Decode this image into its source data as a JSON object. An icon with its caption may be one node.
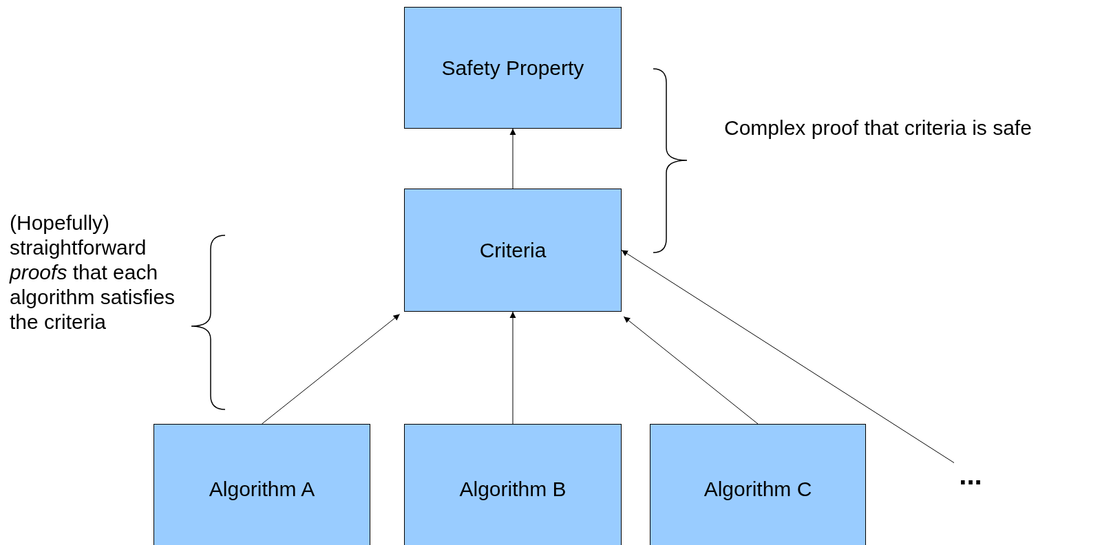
{
  "diagram": {
    "nodes": [
      {
        "text": [
          "Safety Property"
        ]
      },
      {
        "text": [
          "Criteria"
        ]
      },
      {
        "text": [
          "Algorithm A"
        ]
      },
      {
        "text": [
          "Algorithm B"
        ]
      },
      {
        "text": [
          "Algorithm C"
        ]
      },
      {
        "text": [
          "..."
        ]
      }
    ],
    "edges": [
      {
        "from": 1,
        "to": 0,
        "arrow": "to"
      },
      {
        "from": 2,
        "to": 1,
        "arrow": "to"
      },
      {
        "from": 3,
        "to": 1,
        "arrow": "to"
      },
      {
        "from": 4,
        "to": 1,
        "arrow": "to"
      },
      {
        "from": 5,
        "to": 1,
        "arrow": "to"
      }
    ],
    "labels": [
      "Complex proof that criteria is safe",
      "(Hopefully) straightforward *proofs* that each algorithm satisfies the criteria"
    ]
  }
}
